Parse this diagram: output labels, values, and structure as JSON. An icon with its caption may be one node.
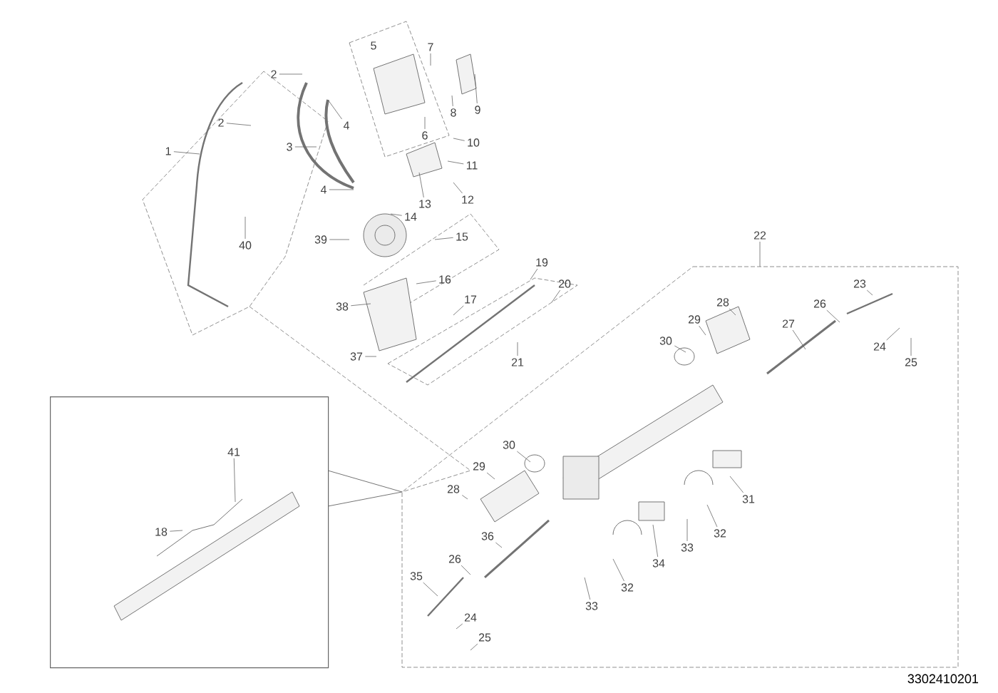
{
  "diagram": {
    "nodes": [
      {
        "text": [
          "1"
        ]
      },
      {
        "text": [
          "2"
        ]
      },
      {
        "text": [
          "2"
        ]
      },
      {
        "text": [
          "3"
        ]
      },
      {
        "text": [
          "4"
        ]
      },
      {
        "text": [
          "4"
        ]
      },
      {
        "text": [
          "5"
        ]
      },
      {
        "text": [
          "6"
        ]
      },
      {
        "text": [
          "7"
        ]
      },
      {
        "text": [
          "8"
        ]
      },
      {
        "text": [
          "9"
        ]
      },
      {
        "text": [
          "10"
        ]
      },
      {
        "text": [
          "11"
        ]
      },
      {
        "text": [
          "12"
        ]
      },
      {
        "text": [
          "13"
        ]
      },
      {
        "text": [
          "14"
        ]
      },
      {
        "text": [
          "15"
        ]
      },
      {
        "text": [
          "16"
        ]
      },
      {
        "text": [
          "17"
        ]
      },
      {
        "text": [
          "19"
        ]
      },
      {
        "text": [
          "20"
        ]
      },
      {
        "text": [
          "21"
        ]
      },
      {
        "text": [
          "22"
        ]
      },
      {
        "text": [
          "23"
        ]
      },
      {
        "text": [
          "24"
        ]
      },
      {
        "text": [
          "25"
        ]
      },
      {
        "text": [
          "26"
        ]
      },
      {
        "text": [
          "27"
        ]
      },
      {
        "text": [
          "28"
        ]
      },
      {
        "text": [
          "29"
        ]
      },
      {
        "text": [
          "30"
        ]
      },
      {
        "text": [
          "37"
        ]
      },
      {
        "text": [
          "38"
        ]
      },
      {
        "text": [
          "39"
        ]
      },
      {
        "text": [
          "40"
        ]
      },
      {
        "text": [],
        "shape": "box"
      },
      {
        "text": [
          "41"
        ],
        "in": 35
      },
      {
        "text": [
          "18"
        ],
        "in": 35
      },
      {
        "text": [
          "30"
        ]
      },
      {
        "text": [
          "29"
        ]
      },
      {
        "text": [
          "28"
        ]
      },
      {
        "text": [
          "31"
        ]
      },
      {
        "text": [
          "36"
        ]
      },
      {
        "text": [
          "32"
        ]
      },
      {
        "text": [
          "34"
        ]
      },
      {
        "text": [
          "33"
        ]
      },
      {
        "text": [
          "26"
        ]
      },
      {
        "text": [
          "35"
        ]
      },
      {
        "text": [
          "32"
        ]
      },
      {
        "text": [
          "33"
        ]
      },
      {
        "text": [
          "24"
        ]
      },
      {
        "text": [
          "25"
        ]
      }
    ],
    "edges": [
      {
        "from": 0,
        "to": null,
        "arrow": "none"
      },
      {
        "from": 1,
        "to": null,
        "arrow": "none"
      },
      {
        "from": 2,
        "to": null,
        "arrow": "none"
      },
      {
        "from": 3,
        "to": null,
        "arrow": "none"
      },
      {
        "from": 4,
        "to": null,
        "arrow": "none"
      },
      {
        "from": 5,
        "to": null,
        "arrow": "none"
      },
      {
        "from": 7,
        "to": null,
        "arrow": "none"
      },
      {
        "from": 8,
        "to": null,
        "arrow": "none"
      },
      {
        "from": 9,
        "to": null,
        "arrow": "none"
      },
      {
        "from": 10,
        "to": null,
        "arrow": "none"
      },
      {
        "from": 11,
        "to": null,
        "arrow": "none"
      },
      {
        "from": 12,
        "to": null,
        "arrow": "none"
      },
      {
        "from": 13,
        "to": null,
        "arrow": "none"
      },
      {
        "from": 14,
        "to": null,
        "arrow": "none"
      },
      {
        "from": 15,
        "to": null,
        "arrow": "none"
      },
      {
        "from": 16,
        "to": null,
        "arrow": "none"
      },
      {
        "from": 17,
        "to": null,
        "arrow": "none"
      },
      {
        "from": 18,
        "to": null,
        "arrow": "none"
      },
      {
        "from": 19,
        "to": null,
        "arrow": "none"
      },
      {
        "from": 20,
        "to": null,
        "arrow": "none"
      },
      {
        "from": 21,
        "to": null,
        "arrow": "none"
      },
      {
        "from": 22,
        "to": null,
        "arrow": "none"
      },
      {
        "from": 23,
        "to": null,
        "arrow": "none"
      },
      {
        "from": 24,
        "to": null,
        "arrow": "none"
      },
      {
        "from": 25,
        "to": null,
        "arrow": "none"
      },
      {
        "from": 26,
        "to": null,
        "arrow": "none"
      },
      {
        "from": 27,
        "to": null,
        "arrow": "none"
      },
      {
        "from": 28,
        "to": null,
        "arrow": "none"
      },
      {
        "from": 29,
        "to": null,
        "arrow": "none"
      },
      {
        "from": 30,
        "to": null,
        "arrow": "none"
      },
      {
        "from": 31,
        "to": null,
        "arrow": "none"
      },
      {
        "from": 32,
        "to": null,
        "arrow": "none"
      },
      {
        "from": 33,
        "to": null,
        "arrow": "none"
      },
      {
        "from": 34,
        "to": null,
        "arrow": "none"
      },
      {
        "from": 36,
        "to": null,
        "arrow": "none"
      },
      {
        "from": 37,
        "to": null,
        "arrow": "none"
      },
      {
        "from": 38,
        "to": null,
        "arrow": "none"
      },
      {
        "from": 39,
        "to": null,
        "arrow": "none"
      },
      {
        "from": 40,
        "to": null,
        "arrow": "none"
      },
      {
        "from": 41,
        "to": null,
        "arrow": "none"
      },
      {
        "from": 42,
        "to": null,
        "arrow": "none"
      },
      {
        "from": 43,
        "to": null,
        "arrow": "none"
      },
      {
        "from": 44,
        "to": null,
        "arrow": "none"
      },
      {
        "from": 45,
        "to": null,
        "arrow": "none"
      },
      {
        "from": 46,
        "to": null,
        "arrow": "none"
      },
      {
        "from": 47,
        "to": null,
        "arrow": "none"
      },
      {
        "from": 48,
        "to": null,
        "arrow": "none"
      },
      {
        "from": 49,
        "to": null,
        "arrow": "none"
      },
      {
        "from": 50,
        "to": null,
        "arrow": "none"
      },
      {
        "from": 51,
        "to": null,
        "arrow": "none"
      }
    ],
    "labels": [
      "3302410201"
    ]
  }
}
